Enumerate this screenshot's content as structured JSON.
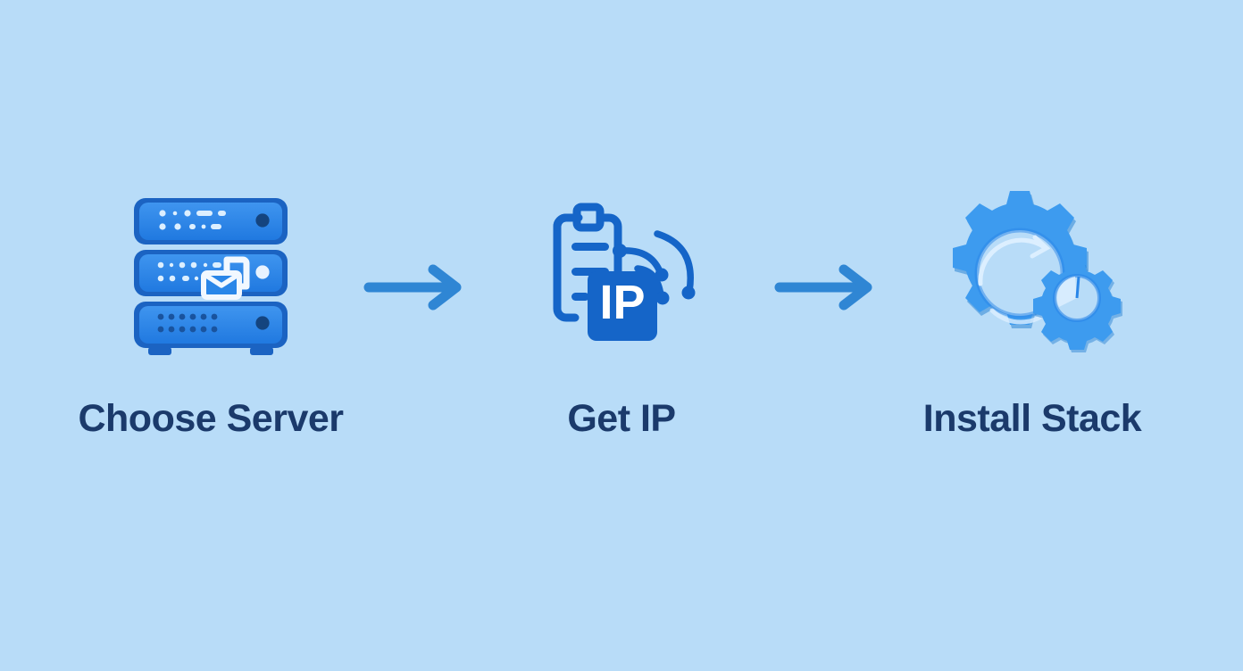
{
  "background_color": "#b8dcf8",
  "accent_color": "#2a86e8",
  "deep_blue": "#1565c8",
  "label_color": "#1b3a6b",
  "arrow_color": "#2f86d4",
  "flow": {
    "steps": [
      {
        "id": "choose-server",
        "label": "Choose Server",
        "icon": "server-rack-icon",
        "icon_detail": "three-stacked-server-units-with-status-lights-and-envelope-badge"
      },
      {
        "id": "get-ip",
        "label": "Get IP",
        "icon": "clipboard-ip-network-icon",
        "badge_text": "IP",
        "icon_detail": "clipboard-with-ip-badge-and-network-signal-arcs"
      },
      {
        "id": "install-stack",
        "label": "Install Stack",
        "icon": "gears-icon",
        "icon_detail": "large-gear-with-rotation-arrow-and-small-gear"
      }
    ],
    "connectors": [
      {
        "id": "connector-1",
        "icon": "arrow-right-icon"
      },
      {
        "id": "connector-2",
        "icon": "arrow-right-icon"
      }
    ]
  }
}
